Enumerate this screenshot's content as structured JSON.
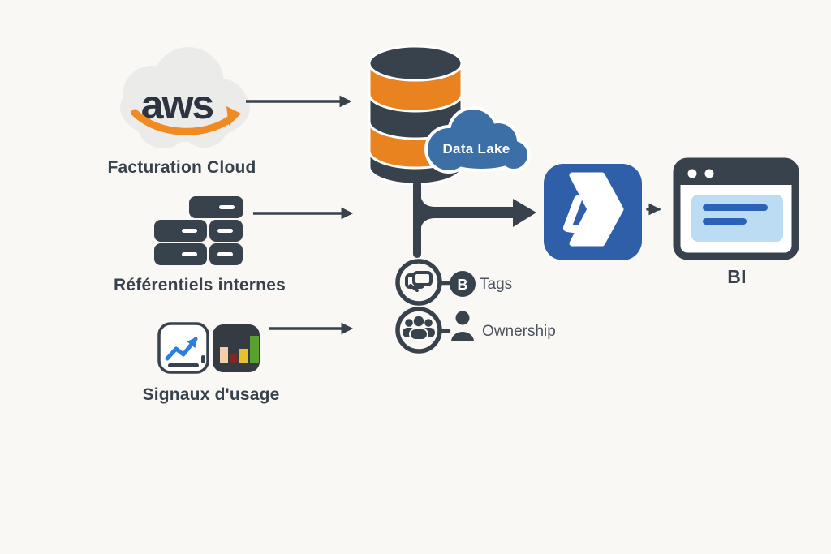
{
  "diagram_title": "FinOps data flow diagram",
  "colors": {
    "bg": "#faf8f5",
    "dark": "#37424d",
    "orange": "#e8831f",
    "aws-cloud": "#ebebe9",
    "aws-text": "#2b3440",
    "aws-orange": "#ef8b22",
    "lake-blue": "#3c6fa6",
    "brand-blue": "#2e5fa8",
    "panel-blue": "#bcdcf4",
    "line-blue": "#2b62b8",
    "chart-blue": "#2e7de0",
    "bar-peach": "#f2cfa6",
    "bar-red": "#7c2b24",
    "bar-yellow": "#e6c22e",
    "bar-green": "#58a12f",
    "muted-text": "#4a535d",
    "white": "#ffffff"
  },
  "nodes": {
    "aws": {
      "logo_text": "aws",
      "label": "Facturation Cloud",
      "icon": "aws-cloud-logo"
    },
    "referentiels": {
      "label": "Référentiels internes",
      "icon": "server-stack"
    },
    "signaux": {
      "label": "Signaux d'usage",
      "icons": [
        "line-chart",
        "bar-chart"
      ]
    },
    "data_lake": {
      "label": "Data Lake",
      "icon": "database-cylinder-with-cloud"
    },
    "tags": {
      "label": "Tags",
      "badge_glyph": "B",
      "icon": "tag-circle"
    },
    "ownership": {
      "label": "Ownership",
      "icon": "people-circle"
    },
    "etl": {
      "icon": "blue-chevron-app"
    },
    "bi": {
      "label": "BI",
      "icon": "browser-window"
    }
  },
  "edges": [
    {
      "from": "facturation-cloud",
      "to": "data-lake"
    },
    {
      "from": "referentiels-internes",
      "to": "junction"
    },
    {
      "from": "signaux-usage",
      "to": "metadata"
    },
    {
      "from": "data-lake-junction",
      "to": "etl-app"
    },
    {
      "from": "etl-app",
      "to": "bi"
    }
  ]
}
